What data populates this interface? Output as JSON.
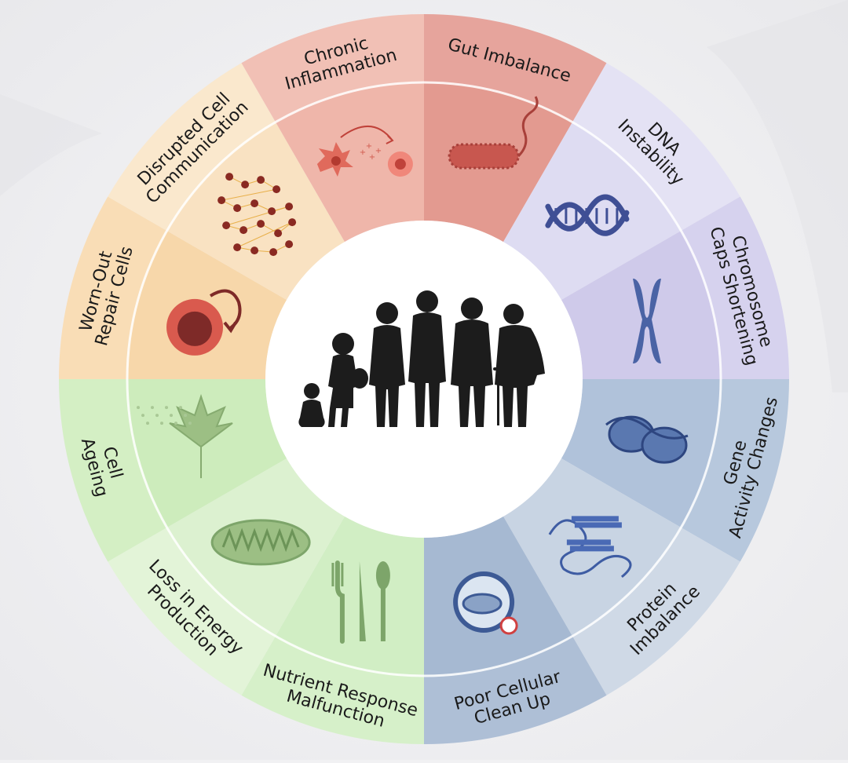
{
  "segments": [
    {
      "id": "gut-imbalance",
      "lines": [
        "Gut Imbalance"
      ],
      "outer": "#e6a49c",
      "inner": "#e39a90",
      "icon": "bacterium-icon"
    },
    {
      "id": "dna-instability",
      "lines": [
        "DNA",
        "Instability"
      ],
      "outer": "#e4e2f4",
      "inner": "#dedcf2",
      "icon": "dna-helix-icon"
    },
    {
      "id": "chromosome-caps-shortening",
      "lines": [
        "Chromosome",
        "Caps Shortening"
      ],
      "outer": "#d6d2ee",
      "inner": "#cfcaea",
      "icon": "chromosome-icon"
    },
    {
      "id": "gene-activity-changes",
      "lines": [
        "Gene",
        "Activity Changes"
      ],
      "outer": "#b7c8dd",
      "inner": "#b0c2da",
      "icon": "nucleosome-icon"
    },
    {
      "id": "protein-imbalance",
      "lines": [
        "Protein",
        "Imbalance"
      ],
      "outer": "#cfd9e6",
      "inner": "#c8d4e3",
      "icon": "protein-icon"
    },
    {
      "id": "poor-cellular-clean-up",
      "lines": [
        "Poor Cellular",
        "Clean Up"
      ],
      "outer": "#aebfd6",
      "inner": "#a6b9d2",
      "icon": "autophagy-icon"
    },
    {
      "id": "nutrient-response-malfunction",
      "lines": [
        "Nutrient Response",
        "Malfunction"
      ],
      "outer": "#d6f0c9",
      "inner": "#d1eec4",
      "icon": "cutlery-icon"
    },
    {
      "id": "loss-in-energy-production",
      "lines": [
        "Loss in Energy",
        "Production"
      ],
      "outer": "#e3f4d8",
      "inner": "#dcf1d0",
      "icon": "mitochondrion-icon"
    },
    {
      "id": "cell-ageing",
      "lines": [
        "Cell",
        "Ageing"
      ],
      "outer": "#d4efc4",
      "inner": "#cdecbc",
      "icon": "withered-leaf-icon"
    },
    {
      "id": "worn-out-repair-cells",
      "lines": [
        "Worn-Out",
        "Repair Cells"
      ],
      "outer": "#f9ddb6",
      "inner": "#f7d7aa",
      "icon": "stem-cell-icon"
    },
    {
      "id": "disrupted-cell-communication",
      "lines": [
        "Disrupted Cell",
        "Communication"
      ],
      "outer": "#fae8cd",
      "inner": "#f9e2c2",
      "icon": "cell-network-icon"
    },
    {
      "id": "chronic-inflammation",
      "lines": [
        "Chronic",
        "Inflammation"
      ],
      "outer": "#f1c0b5",
      "inner": "#efb6aa",
      "icon": "inflammation-icon"
    }
  ],
  "colors": {
    "background": "#f1f1f3",
    "center": "#ffffff",
    "divider": "#ffffff",
    "text": "#1a1a1a",
    "silhouette": "#1c1c1c"
  },
  "center_icon": "age-progression-silhouettes-icon"
}
